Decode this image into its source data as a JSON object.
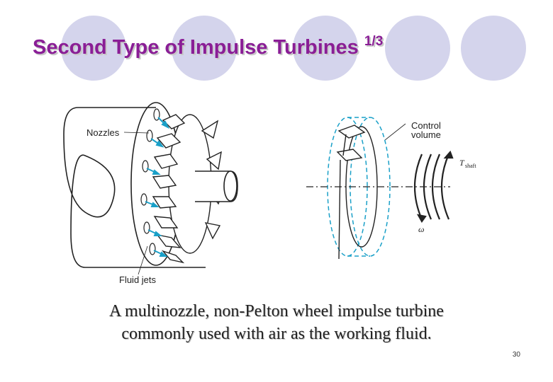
{
  "slide": {
    "title": "Second Type of Impulse Turbines",
    "title_fraction": "1/3",
    "caption_line1": "A multinozzle, non-Pelton wheel impulse turbine",
    "caption_line2": "commonly used with air as the working fluid.",
    "page_number": "30"
  },
  "figure": {
    "labels": {
      "nozzles": "Nozzles",
      "fluid_jets": "Fluid jets",
      "control_volume_1": "Control",
      "control_volume_2": "volume",
      "torque_symbol": "T",
      "torque_subscript": "shaft",
      "omega": "ω"
    },
    "colors": {
      "title": "#8a1e96",
      "decor_circles": "#d4d4ec",
      "jets": "#1aa0c8",
      "control_volume": "#1aa0c8"
    }
  }
}
